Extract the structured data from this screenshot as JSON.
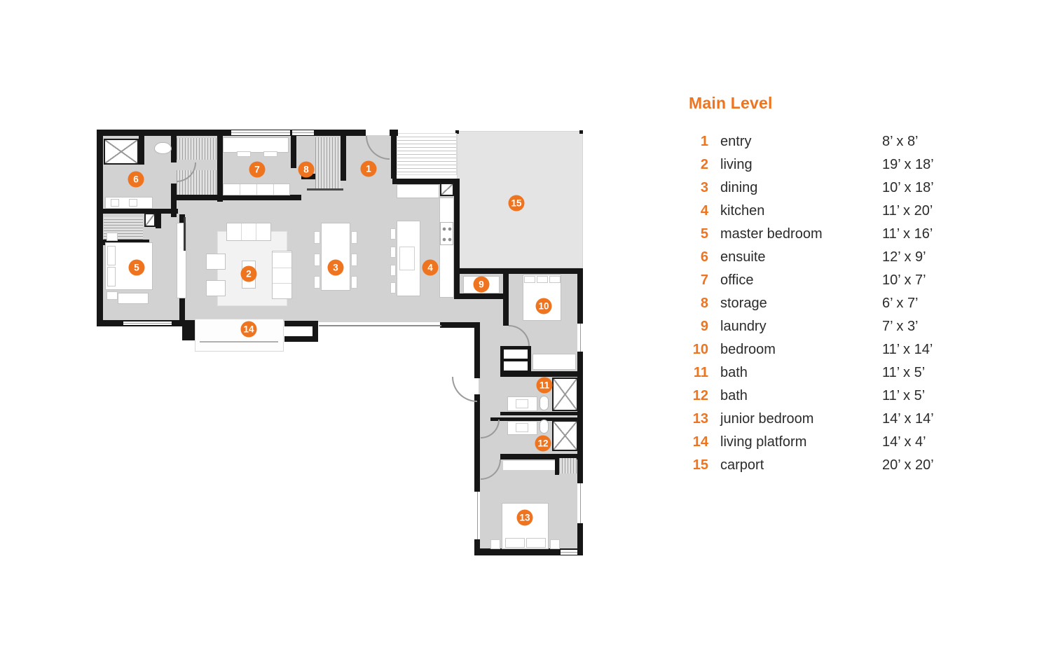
{
  "accent_color": "#EE7420",
  "plan": {
    "markers": [
      {
        "number": "1",
        "room": "entry"
      },
      {
        "number": "2",
        "room": "living"
      },
      {
        "number": "3",
        "room": "dining"
      },
      {
        "number": "4",
        "room": "kitchen"
      },
      {
        "number": "5",
        "room": "master bedroom"
      },
      {
        "number": "6",
        "room": "ensuite"
      },
      {
        "number": "7",
        "room": "office"
      },
      {
        "number": "8",
        "room": "storage"
      },
      {
        "number": "9",
        "room": "laundry"
      },
      {
        "number": "10",
        "room": "bedroom"
      },
      {
        "number": "11",
        "room": "bath"
      },
      {
        "number": "12",
        "room": "bath"
      },
      {
        "number": "13",
        "room": "junior bedroom"
      },
      {
        "number": "14",
        "room": "living platform"
      },
      {
        "number": "15",
        "room": "carport"
      }
    ]
  },
  "legend": {
    "title": "Main Level",
    "items": [
      {
        "number": "1",
        "label": "entry",
        "size": "8’ x 8’"
      },
      {
        "number": "2",
        "label": "living",
        "size": "19’ x 18’"
      },
      {
        "number": "3",
        "label": "dining",
        "size": "10’ x 18’"
      },
      {
        "number": "4",
        "label": "kitchen",
        "size": "11’ x 20’"
      },
      {
        "number": "5",
        "label": "master bedroom",
        "size": "11’ x 16’"
      },
      {
        "number": "6",
        "label": "ensuite",
        "size": "12’ x 9’"
      },
      {
        "number": "7",
        "label": "office",
        "size": "10’ x 7’"
      },
      {
        "number": "8",
        "label": "storage",
        "size": "6’ x 7’"
      },
      {
        "number": "9",
        "label": "laundry",
        "size": "7’ x 3’"
      },
      {
        "number": "10",
        "label": "bedroom",
        "size": "11’ x 14’"
      },
      {
        "number": "11",
        "label": "bath",
        "size": "11’ x 5’"
      },
      {
        "number": "12",
        "label": "bath",
        "size": "11’ x 5’"
      },
      {
        "number": "13",
        "label": "junior bedroom",
        "size": "14’ x 14’"
      },
      {
        "number": "14",
        "label": "living platform",
        "size": "14’ x 4’"
      },
      {
        "number": "15",
        "label": "carport",
        "size": "20’ x 20’"
      }
    ]
  }
}
